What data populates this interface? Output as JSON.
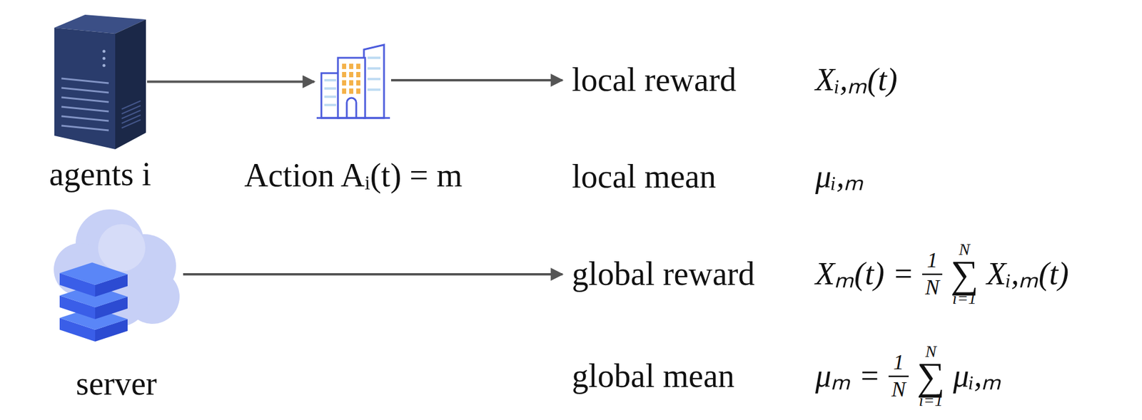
{
  "diagram": {
    "nodes": [
      {
        "text": [
          "agents i"
        ]
      },
      {
        "text": [
          "Action Aᵢ(t) = m"
        ]
      },
      {
        "text": [
          "server"
        ]
      }
    ],
    "edges": [
      {
        "from": 0,
        "to": 1,
        "arrow": "to"
      }
    ],
    "labels": [
      "local reward",
      "Xᵢ,ₘ(t)",
      "local mean",
      "μᵢ,ₘ",
      "global reward",
      "Xₘ(t) =",
      "1",
      "N",
      "N",
      "∑",
      "i=1",
      "Xᵢ,ₘ(t)",
      "global mean",
      "μₘ =",
      "1",
      "N",
      "N",
      "∑",
      "i=1",
      "μᵢ,ₘ"
    ]
  }
}
